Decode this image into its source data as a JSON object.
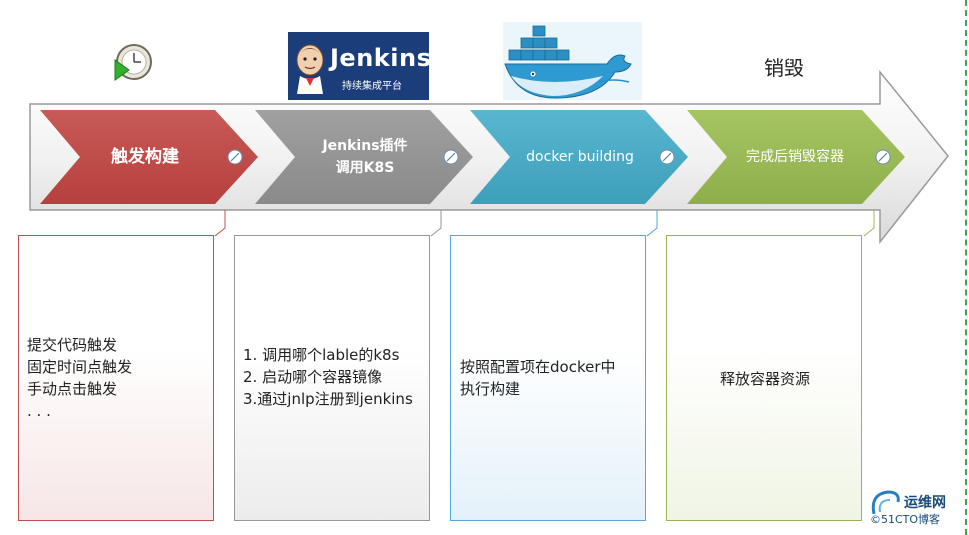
{
  "top": {
    "destroy_label": "销毁",
    "jenkins_logo_text": "Jenkins",
    "jenkins_logo_subtext": "持续集成平台"
  },
  "steps": [
    {
      "label_lines": [
        "触发构建"
      ],
      "color": "#c0504d"
    },
    {
      "label_lines": [
        "Jenkins插件",
        "调用K8S"
      ],
      "color": "#969696"
    },
    {
      "label_lines": [
        "docker building"
      ],
      "color": "#4bacc6"
    },
    {
      "label_lines": [
        "完成后销毁容器"
      ],
      "color": "#9bbb59"
    }
  ],
  "boxes": [
    {
      "lines": [
        "提交代码触发",
        "固定时间点触发",
        "手动点击触发",
        ". . ."
      ]
    },
    {
      "lines": [
        "1. 调用哪个lable的k8s",
        "2. 启动哪个容器镜像",
        "3.通过jnlp注册到jenkins"
      ]
    },
    {
      "lines": [
        "按照配置项在docker中",
        "执行构建"
      ]
    },
    {
      "lines": [
        "释放容器资源"
      ]
    }
  ],
  "watermark": {
    "line1": "运维网",
    "line2": "©51CTO博客"
  }
}
